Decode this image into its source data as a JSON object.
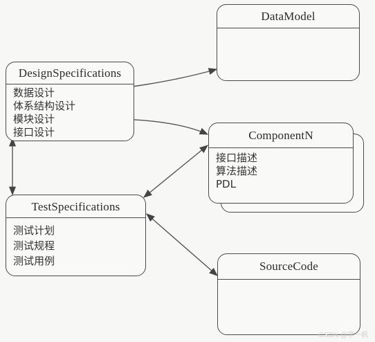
{
  "boxes": {
    "datamodel": {
      "title": "DataModel"
    },
    "design": {
      "title": "DesignSpecifications",
      "items": [
        "数据设计",
        "体系结构设计",
        "模块设计",
        "接口设计"
      ]
    },
    "component": {
      "title": "ComponentN",
      "items": [
        "接口描述",
        "算法描述",
        "PDL"
      ]
    },
    "test": {
      "title": "TestSpecifications",
      "items": [
        "测试计划",
        "测试规程",
        "测试用例"
      ]
    },
    "source": {
      "title": "SourceCode"
    }
  },
  "watermark": "CSDN @宇一帆"
}
